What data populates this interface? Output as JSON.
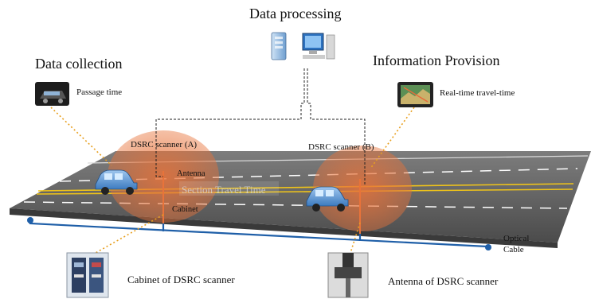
{
  "headings": {
    "data_processing": "Data processing",
    "data_collection": "Data collection",
    "information_provision": "Information Provision"
  },
  "labels": {
    "passage_time": "Passage time",
    "real_time": "Real-time travel-time",
    "scanner_a": "DSRC scanner (A)",
    "scanner_b": "DSRC scanner (B)",
    "antenna": "Antenna",
    "cabinet": "Cabinet",
    "section_travel_time": "Section Travel Time",
    "optical_cable": "Optical\nCable",
    "cabinet_caption": "Cabinet of DSRC scanner",
    "antenna_caption": "Antenna of DSRC scanner"
  },
  "colors": {
    "road": "#5a5a5a",
    "coverage": "#e8733a",
    "optical_cable": "#1f5fa8",
    "dotted_link": "#e8a020",
    "lane_yellow": "#f0c419"
  },
  "icons": [
    "server-icon",
    "computer-icon",
    "car-camera-icon",
    "navigation-device-icon",
    "car-icon",
    "cabinet-photo",
    "antenna-photo"
  ]
}
